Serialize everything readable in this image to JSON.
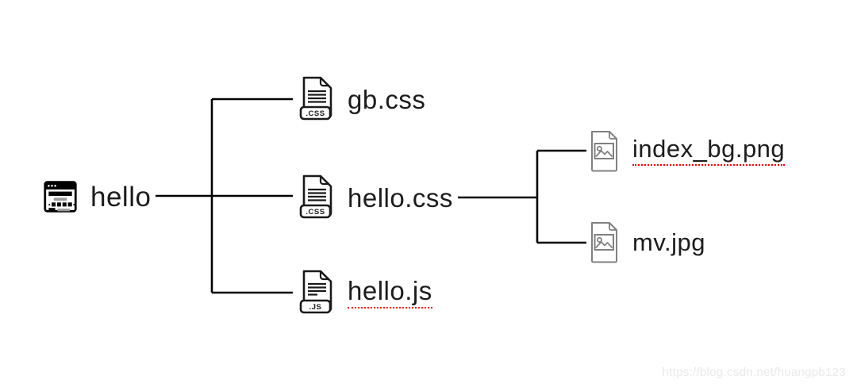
{
  "diagram": {
    "type": "file-tree",
    "root": {
      "label": "hello",
      "icon": "webpage-icon",
      "children": [
        {
          "label": "gb.css",
          "icon": "css-file-icon",
          "underlined": false,
          "children": []
        },
        {
          "label": "hello.css",
          "icon": "css-file-icon",
          "underlined": false,
          "children": [
            {
              "label": "index_bg.png",
              "icon": "image-file-icon",
              "underlined": true
            },
            {
              "label": "mv.jpg",
              "icon": "image-file-icon",
              "underlined": false
            }
          ]
        },
        {
          "label": "hello.js",
          "icon": "js-file-icon",
          "underlined": true,
          "children": []
        }
      ]
    }
  },
  "icons": {
    "css_badge": ".CSS",
    "js_badge": ".JS"
  },
  "watermark": {
    "text": "https://blog.csdn.net/huangpb123"
  },
  "colors": {
    "line": "#000000",
    "text": "#1c1c1c",
    "spellcheck_underline": "#f00000",
    "image_icon_stroke": "#808080",
    "watermark_text": "#e9e9e9",
    "background": "#ffffff"
  }
}
